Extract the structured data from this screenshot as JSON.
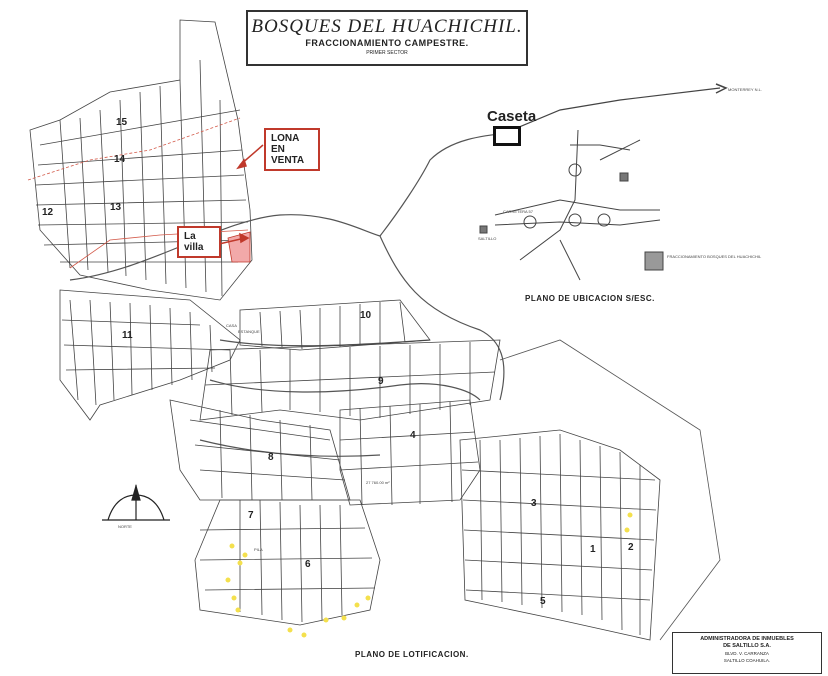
{
  "title": {
    "main": "BOSQUES DEL HUACHICHIL.",
    "sub": "FRACCIONAMIENTO CAMPESTRE.",
    "sector": "PRIMER SECTOR"
  },
  "callouts": {
    "lona": "LONA EN VENTA",
    "villa": "La villa"
  },
  "caseta": "Caseta",
  "location_plan": {
    "title": "PLANO DE UBICACION S/ESC.",
    "labels": {
      "monterrey": "MONTERREY N.L.",
      "saltillo": "SALTILLO",
      "carretera": "CARRETERA 57",
      "fraccionamiento": "FRACCIONAMIENTO BOSQUES DEL HUACHICHIL"
    }
  },
  "plan_title": "PLANO DE LOTIFICACION.",
  "compass": "NORTE",
  "sections": [
    "15",
    "14",
    "13",
    "11",
    "12",
    "10",
    "9",
    "8",
    "7",
    "6",
    "4",
    "3",
    "5",
    "1",
    "2"
  ],
  "places": {
    "casa": "CASA",
    "estanque": "ESTANQUE",
    "pila": "PILA",
    "area_municipal": "27 760.00 m²"
  },
  "footer": {
    "line1": "ADMINISTRADORA DE INMUEBLES",
    "line2": "DE SALTILLO S.A.",
    "line3": "BLVD. V. CARRANZA",
    "line4": "SALTILLO COAHUILA."
  },
  "colors": {
    "callout_border": "#c0392b",
    "highlight_lot": "#f2a9a9",
    "marker_dots": "#f4e04d",
    "road_red": "#d35a4a"
  }
}
